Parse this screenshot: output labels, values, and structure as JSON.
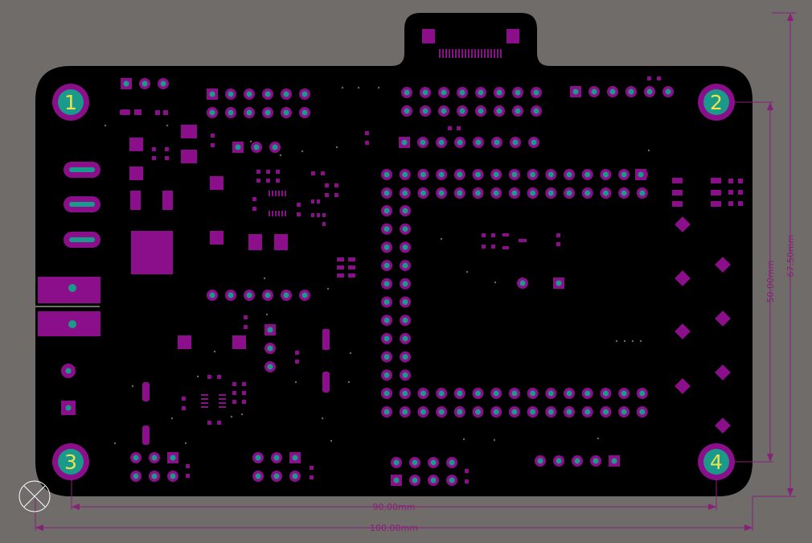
{
  "board": {
    "mounting_hole_labels": [
      "1",
      "2",
      "3",
      "4"
    ],
    "colors": {
      "background": "#6f6c6a",
      "board": "#000000",
      "pad": "#8b0f8a",
      "drill": "#1a9a8a",
      "dimension": "#8a1f7a",
      "hole_text": "#f0e24a"
    }
  },
  "dimensions": {
    "width_label": "100.00mm",
    "hole_span_x_label": "90.00mm",
    "height_label": "67.50mm",
    "hole_span_y_label": "50.00mm"
  },
  "icons": {
    "origin_marker": "origin-marker-icon"
  }
}
